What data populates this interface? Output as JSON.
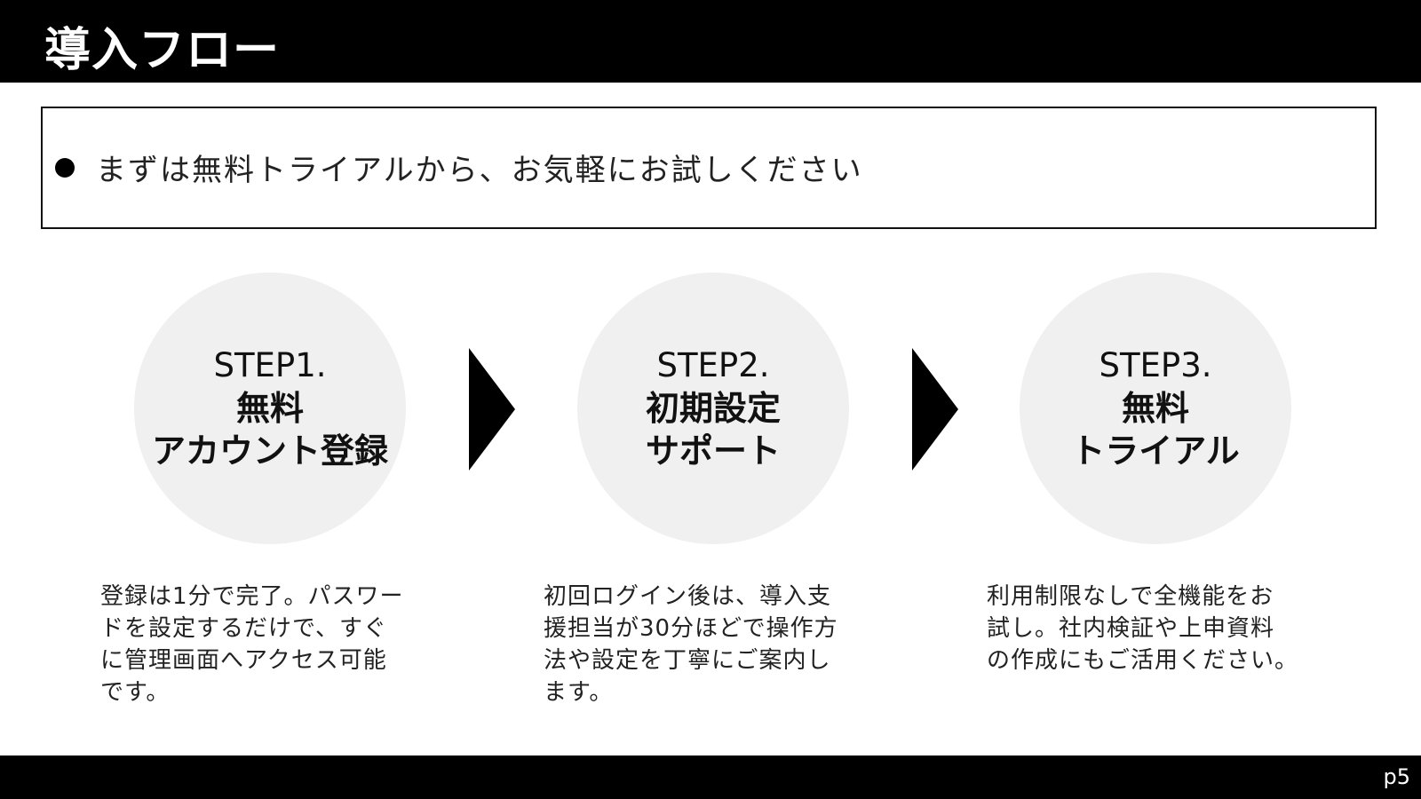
{
  "header": {
    "title": "導入フロー"
  },
  "intro": {
    "text": "まずは無料トライアルから、お気軽にお試しください"
  },
  "steps": [
    {
      "step": "STEP1.",
      "name_lines": [
        "無料",
        "アカウント登録"
      ],
      "desc_lines": [
        "登録は1分で完了。パスワー",
        "ドを設定するだけで、すぐ",
        "に管理画面へアクセス可能",
        "です。"
      ]
    },
    {
      "step": "STEP2.",
      "name_lines": [
        "初期設定",
        "サポート"
      ],
      "desc_lines": [
        "初回ログイン後は、導入支",
        "援担当が30分ほどで操作方",
        "法や設定を丁寧にご案内し",
        "ます。"
      ]
    },
    {
      "step": "STEP3.",
      "name_lines": [
        "無料",
        "トライアル"
      ],
      "desc_lines": [
        "利用制限なしで全機能をお",
        "試し。社内検証や上申資料",
        "の作成にもご活用ください。"
      ]
    }
  ],
  "footer": {
    "page": "p5"
  }
}
